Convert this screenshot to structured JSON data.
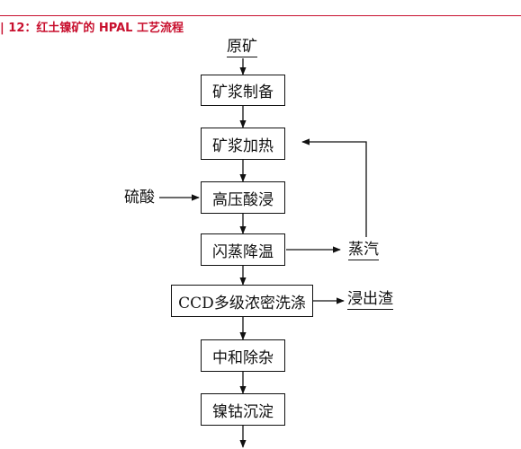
{
  "caption": "| 12：红土镍矿的 HPAL 工艺流程",
  "flow": {
    "input_top": "原矿",
    "steps": [
      "矿浆制备",
      "矿浆加热",
      "高压酸浸",
      "闪蒸降温",
      "CCD多级浓密洗涤",
      "中和除杂",
      "镍钴沉淀"
    ],
    "acid_input": "硫酸",
    "steam_output": "蒸汽",
    "residue_output": "浸出渣"
  },
  "colors": {
    "accent": "#c8102e",
    "line": "#111111"
  }
}
